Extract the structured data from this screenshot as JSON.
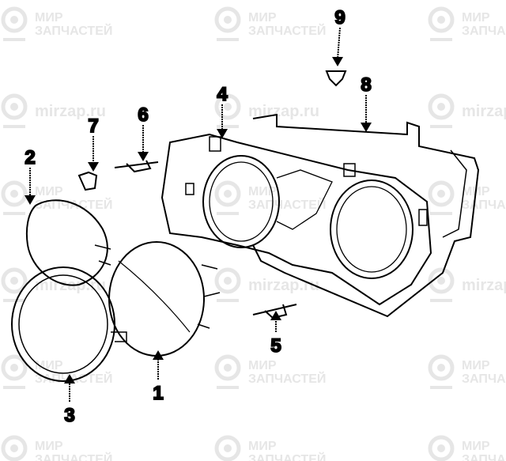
{
  "watermark": {
    "brand_line1": "МИР",
    "brand_line2": "ЗАПЧАСТЕЙ",
    "site": "mirzap.ru"
  },
  "callouts": [
    "1",
    "2",
    "3",
    "4",
    "5",
    "6",
    "7",
    "8",
    "9"
  ]
}
